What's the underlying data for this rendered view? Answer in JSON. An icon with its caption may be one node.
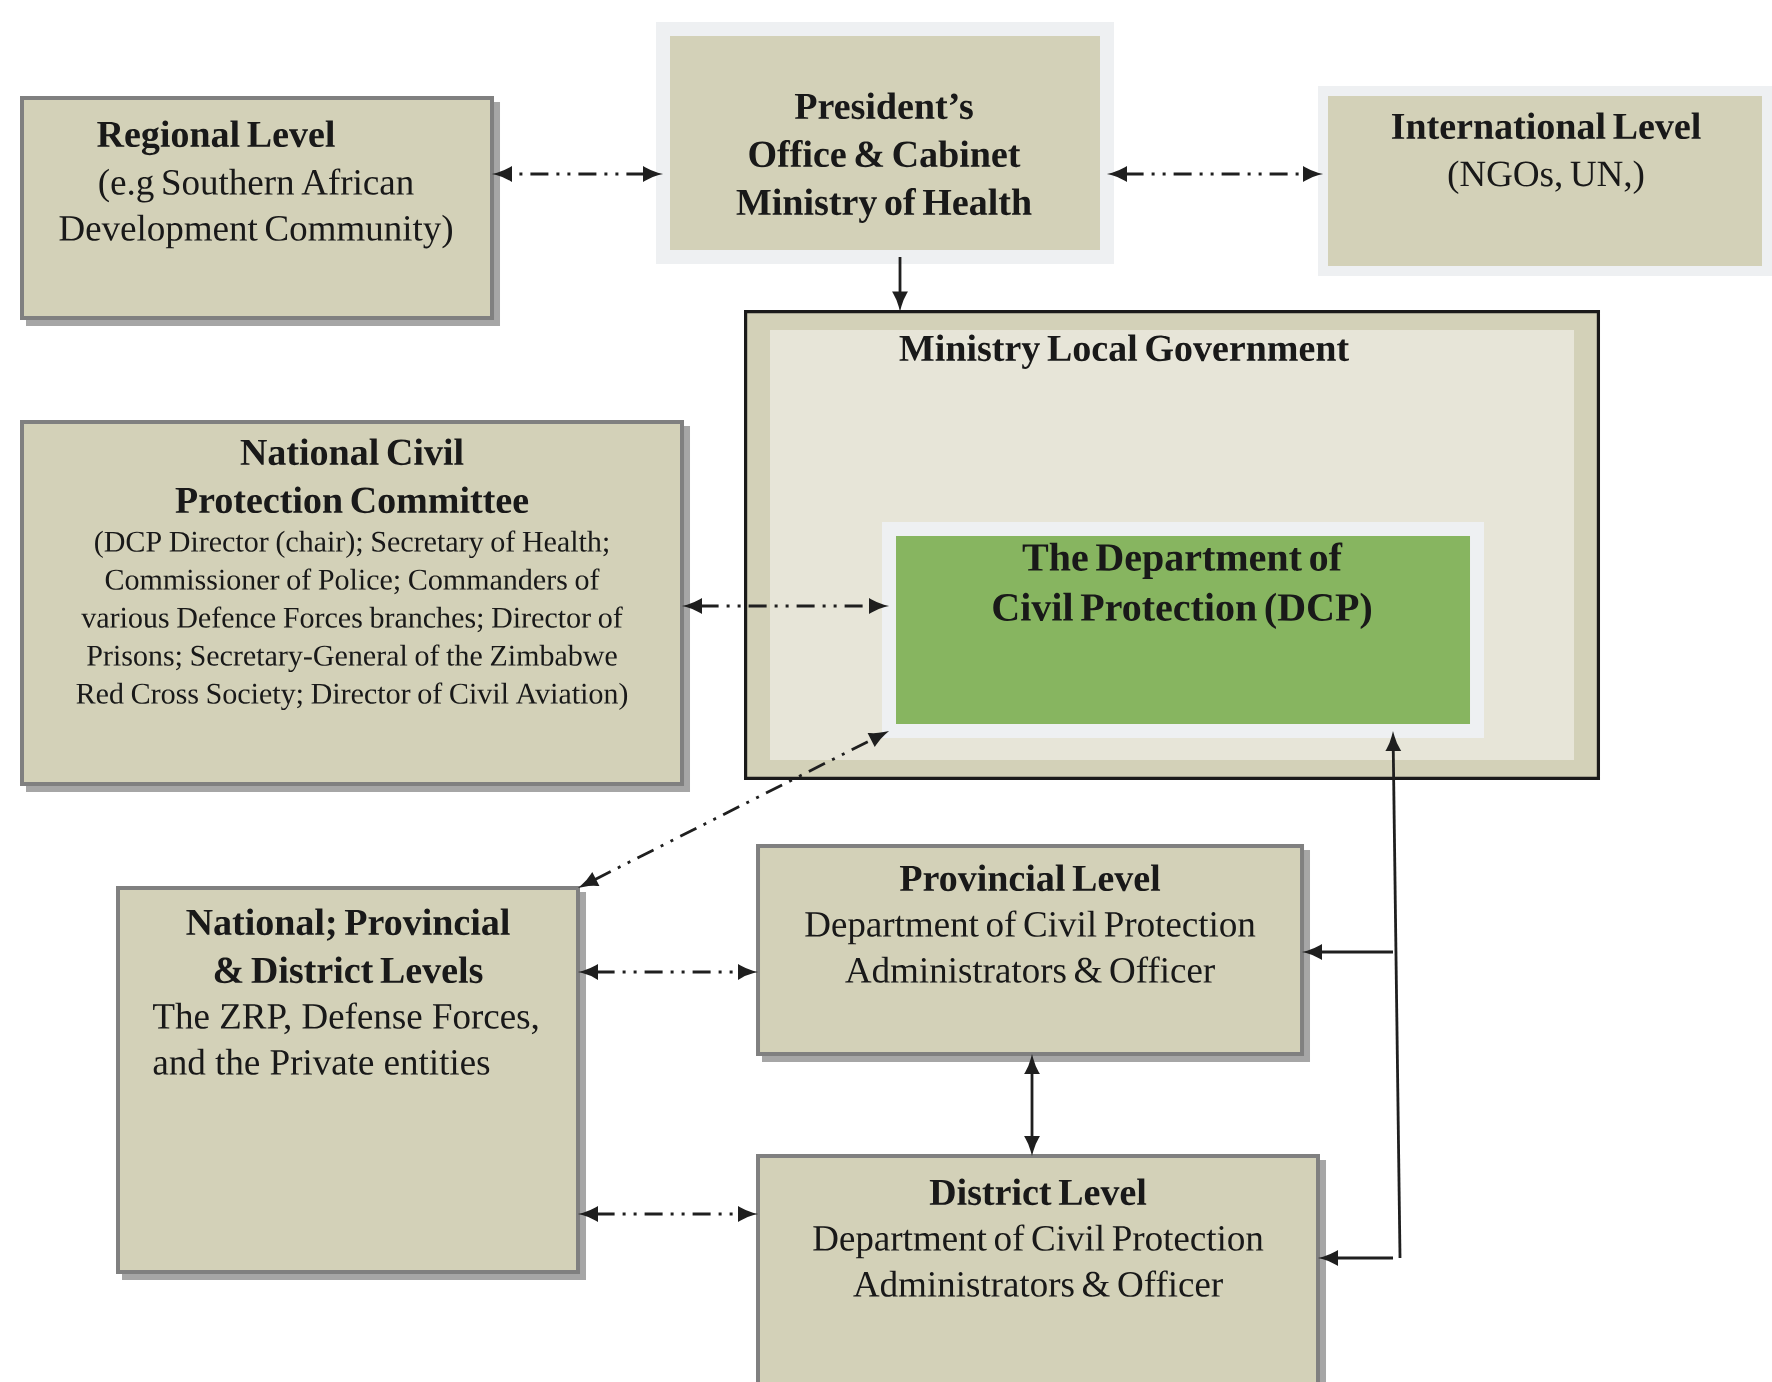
{
  "diagram": {
    "nodes": [
      {
        "text": [
          "Regional Level",
          "(e.g Southern African Development Community)"
        ]
      },
      {
        "text": [
          "President’s Office & Cabinet Ministry of Health"
        ]
      },
      {
        "text": [
          "International Level",
          "(NGOs, UN,)"
        ]
      },
      {
        "text": [
          "Ministry Local Government"
        ]
      },
      {
        "text": [
          "The Department of Civil Protection (DCP)"
        ],
        "in": 3
      },
      {
        "text": [
          "National Civil Protection Committee",
          "(DCP Director (chair); Secretary of Health; Commissioner of Police; Commanders of various Defence Forces branches; Director of Prisons; Secretary-General of the Zimbabwe Red Cross Society; Director of Civil Aviation)"
        ]
      },
      {
        "text": [
          "National; Provincial & District Levels",
          "The ZRP, Defense Forces, and the Private entities"
        ]
      },
      {
        "text": [
          "Provincial Level",
          "Department of Civil Protection Administrators & Officer"
        ]
      },
      {
        "text": [
          "District Level",
          "Department of Civil Protection Administrators & Officer"
        ]
      }
    ],
    "edges": [
      {
        "from": 1,
        "to": 0,
        "arrow": "both",
        "style": "dashed"
      },
      {
        "from": 1,
        "to": 2,
        "arrow": "both",
        "style": "dashed"
      },
      {
        "from": 1,
        "to": 3,
        "arrow": "to"
      },
      {
        "from": 5,
        "to": 4,
        "arrow": "both",
        "style": "dashed"
      },
      {
        "from": 6,
        "to": 4,
        "arrow": "both",
        "style": "dashed"
      },
      {
        "from": 6,
        "to": 7,
        "arrow": "both",
        "style": "dashed"
      },
      {
        "from": 6,
        "to": 8,
        "arrow": "both",
        "style": "dashed"
      },
      {
        "from": 7,
        "to": 8,
        "arrow": "both"
      },
      {
        "from": 7,
        "to": 4,
        "arrow": "both"
      },
      {
        "from": 8,
        "to": 4,
        "arrow": "both"
      }
    ]
  }
}
